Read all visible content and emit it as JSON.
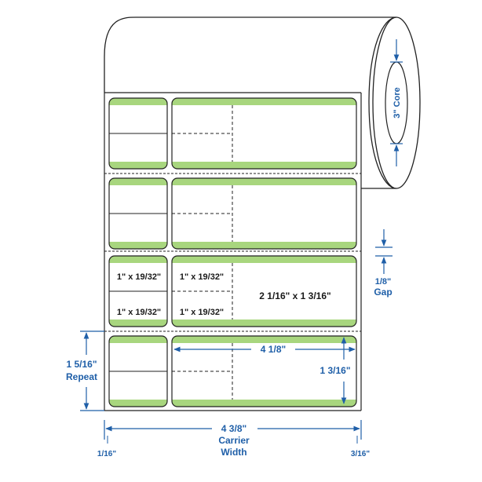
{
  "colors": {
    "outline": "#222222",
    "dimension": "#1f5fa8",
    "label_band": "#a8d67e",
    "label_text": "#1a1a1a"
  },
  "core": {
    "label": "3\" Core"
  },
  "label_sizes": {
    "small_top_left": "1\" x 19/32\"",
    "small_top_right": "1\" x 19/32\"",
    "small_bottom_left": "1\" x 19/32\"",
    "small_bottom_right": "1\" x 19/32\"",
    "large": "2 1/16\" x 1 3/16\""
  },
  "dimensions": {
    "gap_value": "1/8\"",
    "gap_label": "Gap",
    "repeat_value": "1 5/16\"",
    "repeat_label": "Repeat",
    "label_width": "4 1/8\"",
    "label_height": "1 3/16\"",
    "carrier_value": "4 3/8\"",
    "carrier_label_1": "Carrier",
    "carrier_label_2": "Width",
    "left_margin": "1/16\"",
    "right_margin": "3/16\""
  },
  "rows": 4
}
